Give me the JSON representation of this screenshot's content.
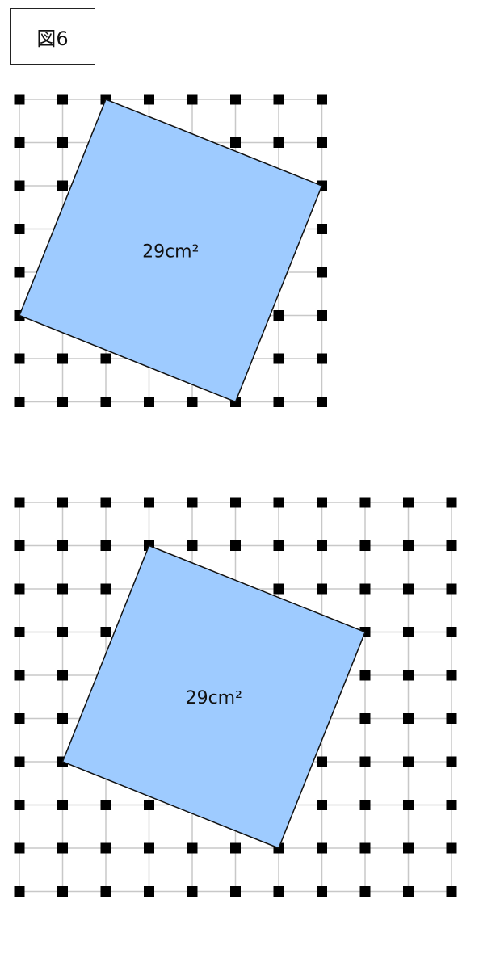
{
  "figure_label": "図6",
  "colors": {
    "square_fill": "#9ecbff",
    "square_stroke": "#111111",
    "grid_line": "#c8c8c8",
    "grid_dot": "#000000"
  },
  "diagrams": [
    {
      "grid_columns": 8,
      "grid_rows": 8,
      "square_vertices": [
        [
          2,
          0
        ],
        [
          7,
          2
        ],
        [
          5,
          7
        ],
        [
          0,
          5
        ]
      ],
      "area_label": "29cm²"
    },
    {
      "grid_columns": 11,
      "grid_rows": 10,
      "square_vertices": [
        [
          3,
          1
        ],
        [
          8,
          3
        ],
        [
          6,
          8
        ],
        [
          1,
          6
        ]
      ],
      "area_label": "29cm²"
    }
  ]
}
